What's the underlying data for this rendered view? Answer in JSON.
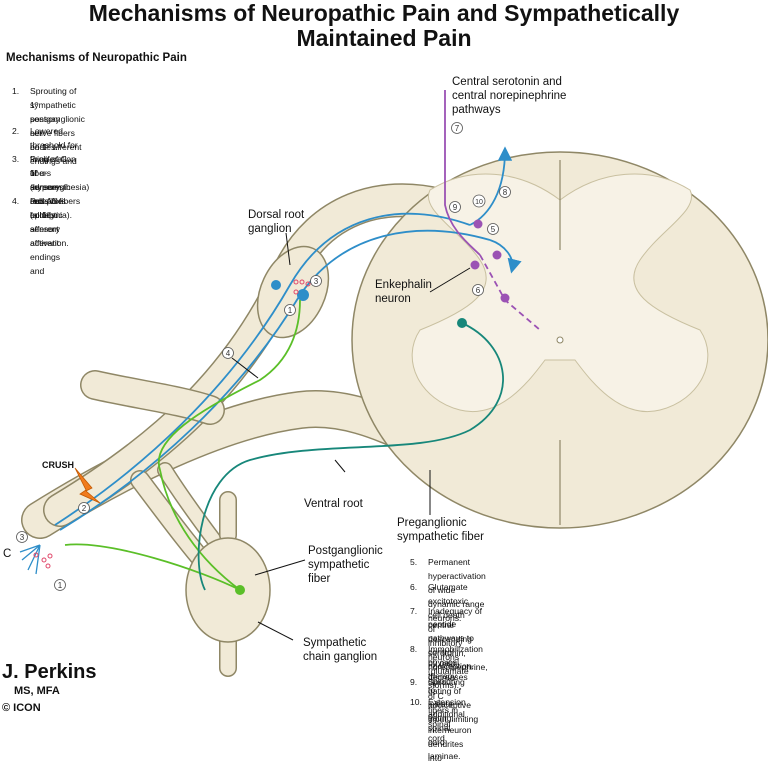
{
  "title_line1": "Mechanisms of Neuropathic Pain and Sympathetically",
  "title_line2": "Maintained Pain",
  "subheading": "Mechanisms of Neuropathic Pain",
  "left_list": [
    {
      "num": "1.",
      "line1": "Sprouting of sympathetic postganglionic nerve fibers on 1° afferent endings and",
      "line2": "1° sensory cell bodies."
    },
    {
      "num": "2.",
      "line1": "Lowered threshold for firing of C fibers (hyperesthesia) and Aδ fibers (allodynia).",
      "line2": ""
    },
    {
      "num": "3.",
      "line1": "Proliferation of α-adrenergic receptors on 1° sensory afferent endings and",
      "line2": "1° sensory cell bodies."
    },
    {
      "num": "4.",
      "line1": "Possible ephaptic afferent activation.",
      "line2": ""
    }
  ],
  "right_list": [
    {
      "num": "5.",
      "line1": "Permanent hyperactivation of wide dynamic range neurons.",
      "line2": ""
    },
    {
      "num": "6.",
      "line1": "Glutamate excitotoxic cell death of inhibitory neurons (glutamate storms).",
      "line2": ""
    },
    {
      "num": "7.",
      "line1": "Inadequacy of central descending serotonin, norepinephrine, opioid",
      "line2": "peptide pathways to control nociception."
    },
    {
      "num": "8.",
      "line1": "Immobilization by pain decreases gating of nociceptive input, limiting",
      "line2": "physical therapy to initiate gating."
    },
    {
      "num": "9.",
      "line1": "Sprouting of C fibers in spinal cord.",
      "line2": ""
    },
    {
      "num": "10.",
      "line1": "Extension of interneuron dendrites into",
      "line2": "additional spinal cord laminae."
    }
  ],
  "labels": {
    "central_pathways_1": "Central serotonin and",
    "central_pathways_2": "central norepinephrine",
    "central_pathways_3": "pathways",
    "dorsal_root_1": "Dorsal root",
    "dorsal_root_2": "ganglion",
    "enkephalin_1": "Enkephalin",
    "enkephalin_2": "neuron",
    "crush": "CRUSH",
    "c_label": "C",
    "ventral_root": "Ventral root",
    "preganglionic_1": "Preganglionic",
    "preganglionic_2": "sympathetic fiber",
    "postganglionic_1": "Postganglionic",
    "postganglionic_2": "sympathetic",
    "postganglionic_3": "fiber",
    "chain_ganglion_1": "Sympathetic",
    "chain_ganglion_2": "chain ganglion"
  },
  "markers": {
    "m1a": "1",
    "m1b": "1",
    "m2": "2",
    "m3a": "3",
    "m3b": "3",
    "m4": "4",
    "m5": "5",
    "m6": "6",
    "m7": "7",
    "m8": "8",
    "m9": "9",
    "m10": "10"
  },
  "signature": {
    "name": "J. Perkins",
    "degree": "MS, MFA",
    "logo": "© ICON"
  },
  "colors": {
    "nerve_fill": "#f1ead7",
    "nerve_outline": "#8f8766",
    "cord_fill": "#f1ead7",
    "afferent_blue": "#2e8ec9",
    "sympathetic_green": "#5bbf28",
    "preganglionic_teal": "#17877a",
    "central_purple": "#9b52b4",
    "receptor_pink": "#e0476a",
    "crush_orange": "#f07b1e"
  }
}
